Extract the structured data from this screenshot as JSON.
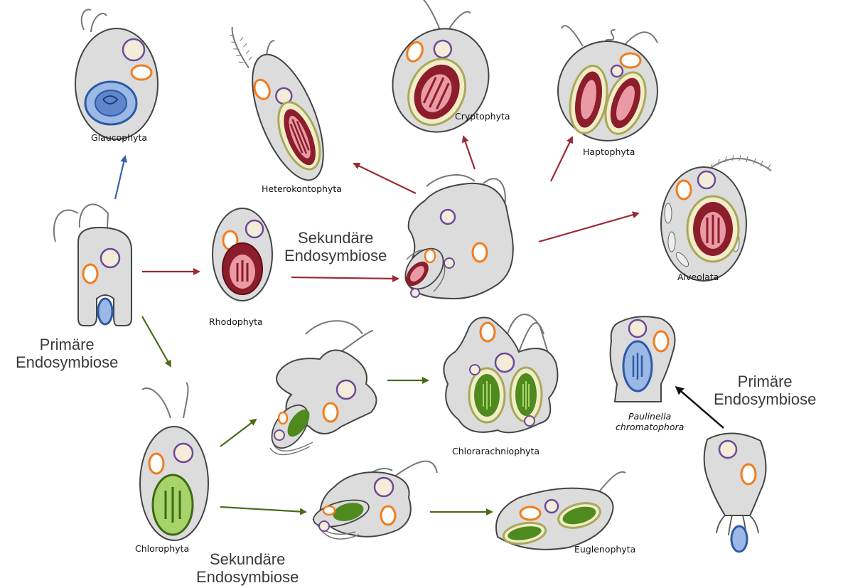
{
  "labels": {
    "glaucophyta": "Glaucophyta",
    "heterokontophyta": "Heterokontophyta",
    "cryptophyta": "Cryptophyta",
    "haptophyta": "Haptophyta",
    "alveolata": "Alveolata",
    "rhodophyta": "Rhodophyta",
    "chlorophyta": "Chlorophyta",
    "chlorarachniophyta": "Chlorarachniophyta",
    "euglenophyta": "Euglenophyta",
    "paulinella_line1": "Paulinella",
    "paulinella_line2": "chromatophora"
  },
  "events": {
    "primary_left_line1": "Primäre",
    "primary_left_line2": "Endosymbiose",
    "secondary_red_line1": "Sekundäre",
    "secondary_red_line2": "Endosymbiose",
    "secondary_green_line1": "Sekundäre",
    "secondary_green_line2": "Endosymbiose",
    "primary_right_line1": "Primäre",
    "primary_right_line2": "Endosymbiose"
  },
  "colors": {
    "cell_fill": "#dcdcdc",
    "cell_stroke": "#444444",
    "nucleus_stroke": "#6b4a9b",
    "nucleus_fill": "#f3ecd8",
    "mito_stroke": "#f07d1e",
    "red_plastid": "#8c1d2b",
    "red_plastid_light": "#e99aa5",
    "green_plastid": "#4f8a1e",
    "green_plastid_light": "#a8d26a",
    "blue_plastid": "#2d5aa8",
    "blue_plastid_light": "#9cb9e6",
    "membrane_olive": "#a9a85a",
    "arrow_red": "#9b2a35",
    "arrow_green": "#4a6b1a",
    "arrow_blue": "#3a5fb0",
    "arrow_black": "#111111"
  }
}
